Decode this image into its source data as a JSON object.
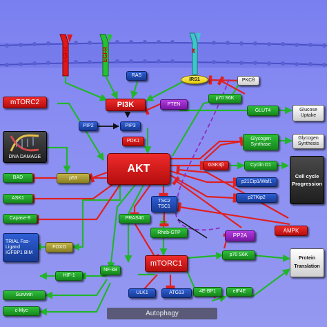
{
  "receptors": {
    "fgfr": "FGFR",
    "egfr": "EGFR",
    "ir": "IR"
  },
  "nodes": {
    "ras": "RAS",
    "irs1": "IRS1",
    "pkc": "PKCθ",
    "pi3k": "PI3K",
    "pten": "PTEN",
    "p70s6k_top": "p70 S6K",
    "mtorc2": "mTORC2",
    "glut4": "GLUT4",
    "glucose": "Glucose Uptake",
    "pip2": "PIP2",
    "pip3": "PIP3",
    "pdk1": "PDK1",
    "dna_damage": "DNA DAMAGE",
    "glycogen_synthase": "Glycogen Synthase",
    "glycogen_synthesis": "Glycogen Synthesis",
    "akt": "AKT",
    "gsk3": "GSK3β",
    "cyclin_d1": "Cyclin D1",
    "cell_cycle": "Cell cycle Progression",
    "bad": "BAD",
    "p53": "p53",
    "p21": "p21Cip1/Waf1",
    "ask1": "ASK1",
    "p27": "p27Kip2",
    "tsc": "TSC2 TSC1",
    "capase9": "Capase-9",
    "pras40": "PRAS40",
    "rheb": "Rheb-GTP",
    "ampk": "AMPK",
    "pp2a": "PP2A",
    "trial": "TRIAL Fas-Ligand IGFBP1 BIM",
    "foxo": "FOXO",
    "p70s6k_bottom": "p70 S6K",
    "protein_translation": "Protein Translation",
    "mtorc1": "mTORC1",
    "nfkb": "NF-kB",
    "hif1": "HIF-1",
    "survivin": "Survivin",
    "ebp1": "4E-BP1",
    "eif4e": "eIF4E",
    "cmyc": "c-Myc",
    "ulk1": "ULK1",
    "atg13": "ATG13",
    "autophagy": "Autophagy"
  },
  "colors": {
    "activation": "#22b52c",
    "inhibition": "#e02020",
    "membrane": "#5b63d8"
  }
}
